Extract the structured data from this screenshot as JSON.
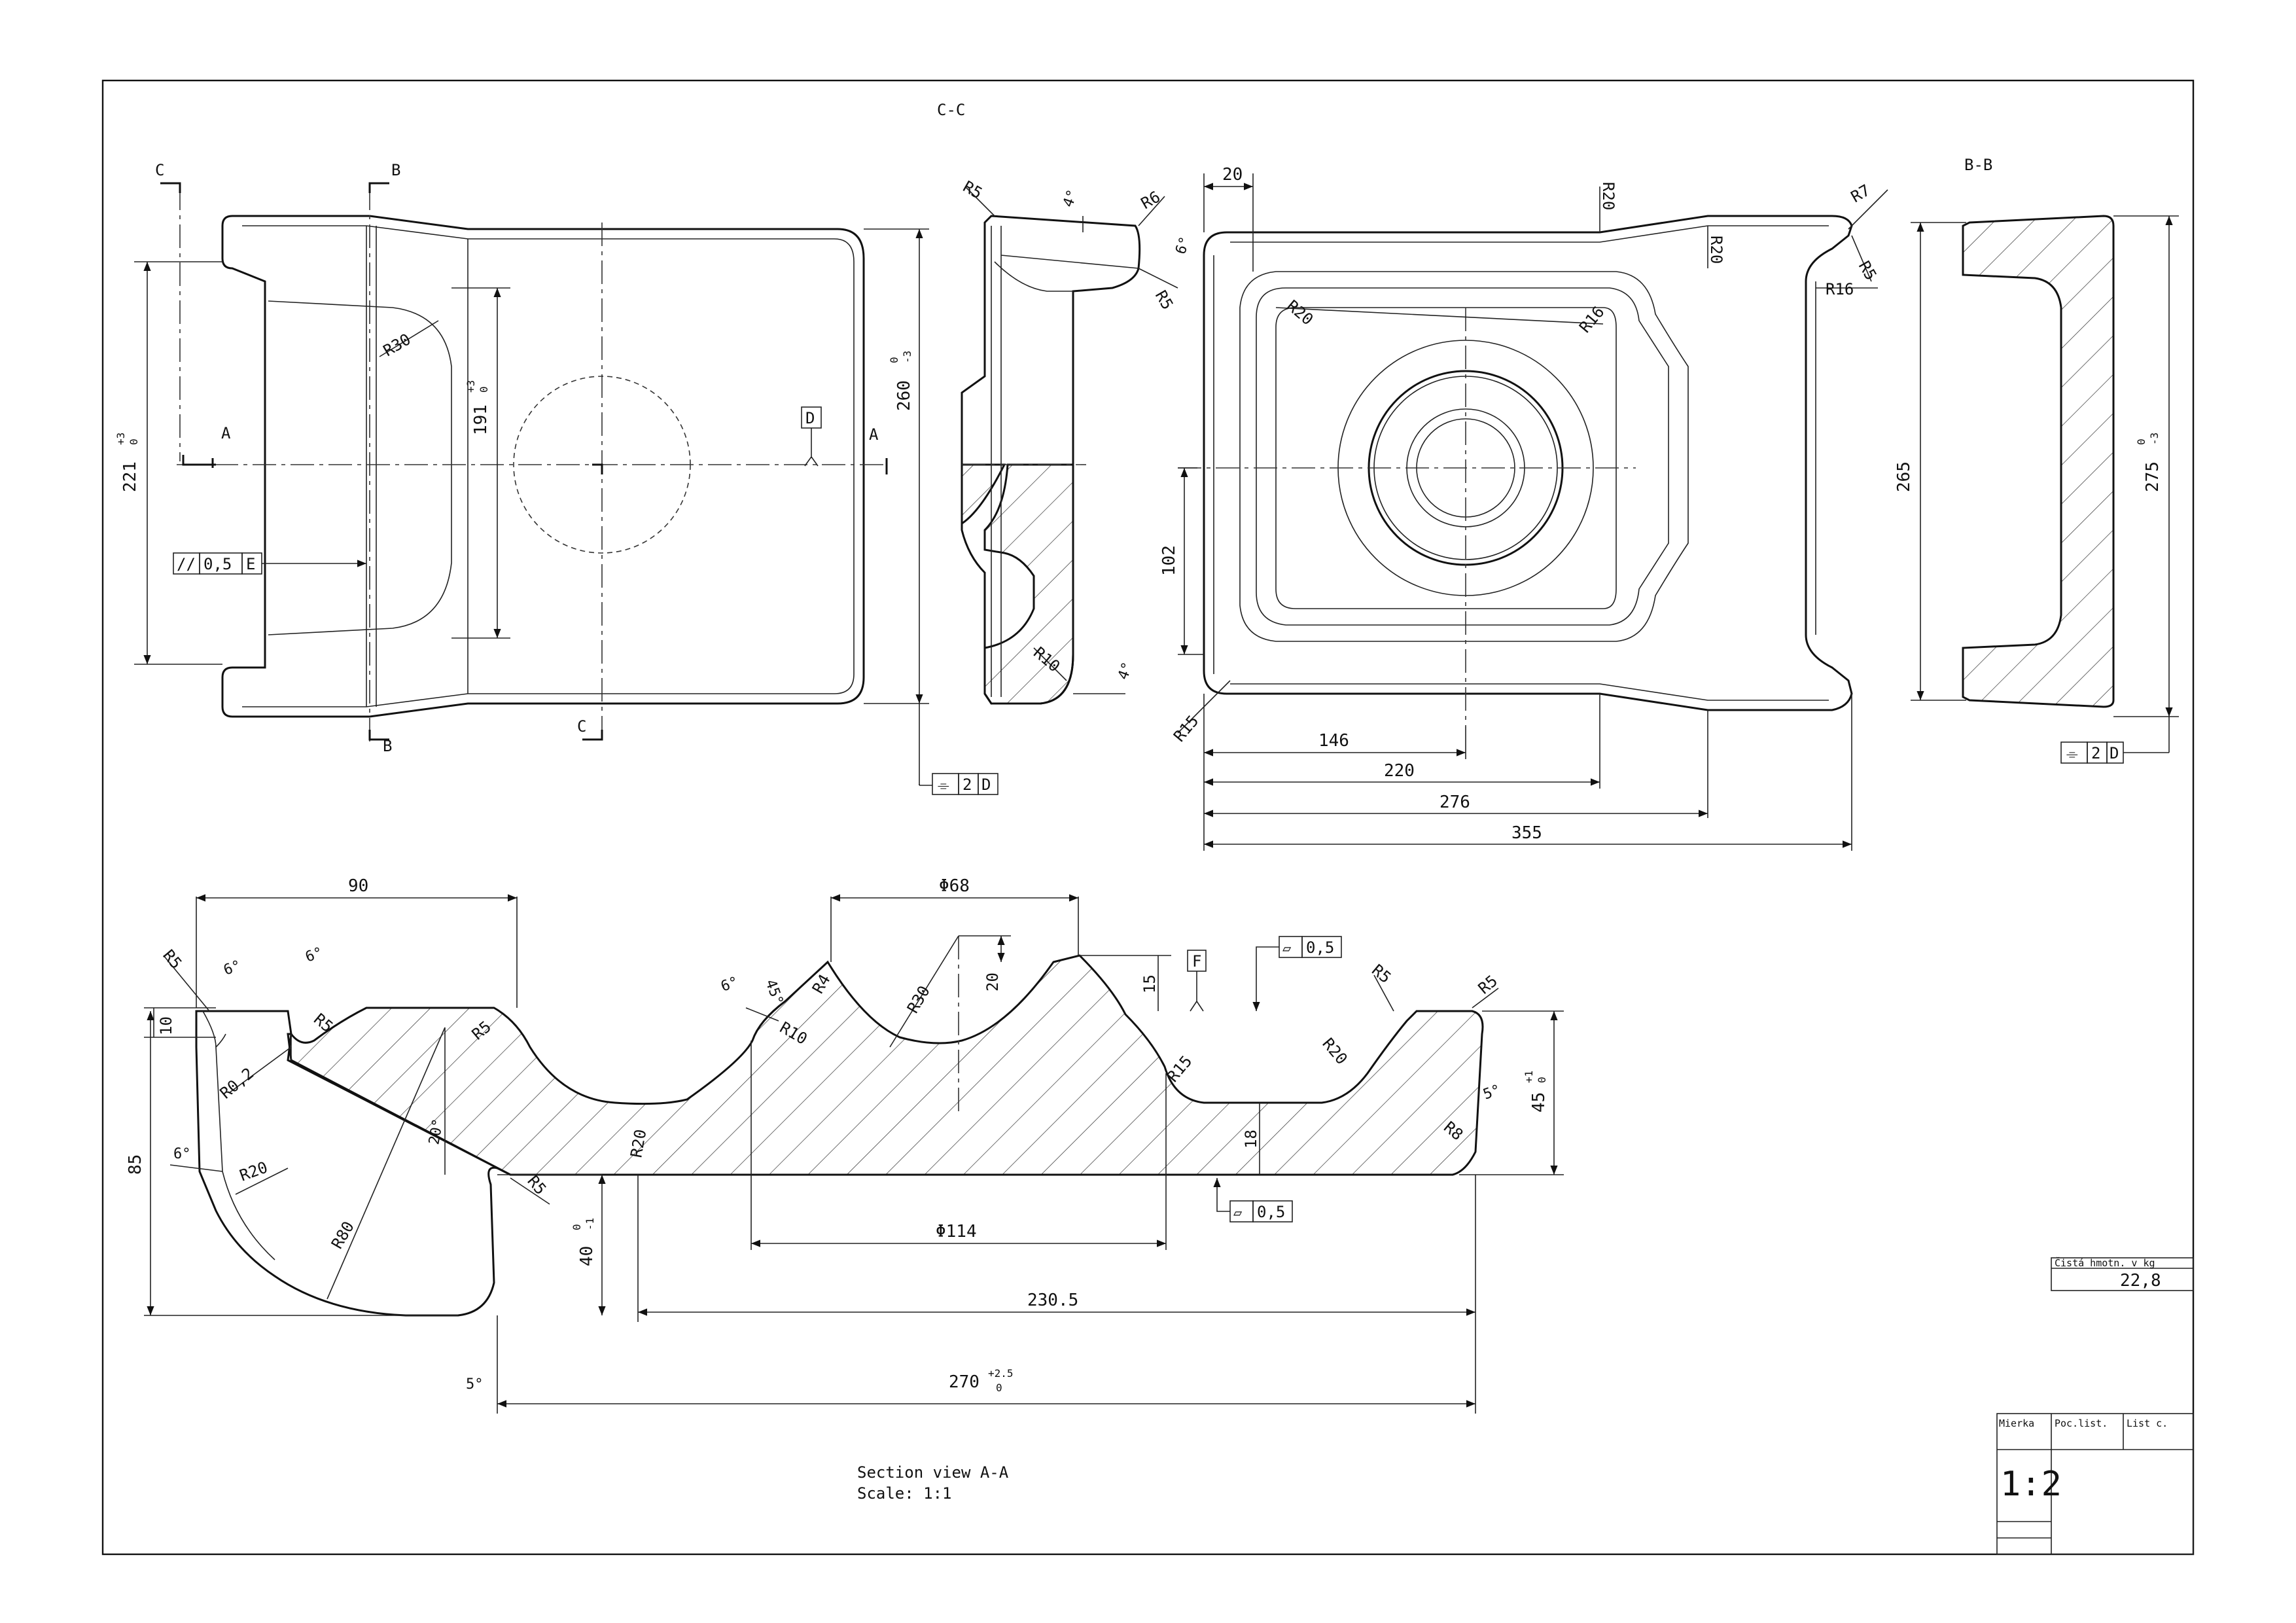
{
  "views": {
    "cc": {
      "title": "C-C",
      "cut_c": "C",
      "cut_b": "B",
      "cut_a": "A",
      "datum_d": "D",
      "dim_221": "221",
      "tol_221_up": "+3",
      "tol_221_lo": "0",
      "dim_191": "191",
      "tol_191_up": "+3",
      "tol_191_lo": "0",
      "dim_260": "260",
      "tol_260_up": "0",
      "tol_260_lo": "-3",
      "r30": "R30",
      "fcf_parallel": [
        "//",
        "0,5",
        "E"
      ]
    },
    "side": {
      "r5a": "R5",
      "a4a": "4°",
      "r6": "R6",
      "a6": "6°",
      "r5b": "R5",
      "r10": "R10",
      "a4b": "4°",
      "fcf_flat": [
        "⌯",
        "2",
        "D"
      ]
    },
    "top": {
      "d20": "20",
      "r20a": "R20",
      "r20b": "R20",
      "r7": "R7",
      "r5": "R5",
      "r16a": "R16",
      "r20c": "R20",
      "r16b": "R16",
      "r15": "R15",
      "d102": "102",
      "d146": "146",
      "d220": "220",
      "d276": "276",
      "d355": "355"
    },
    "bb": {
      "title": "B-B",
      "d265": "265",
      "d275": "275",
      "tol_275_up": "0",
      "tol_275_lo": "-3",
      "fcf_flat": [
        "⌯",
        "2",
        "D"
      ]
    },
    "section": {
      "d90": "90",
      "phi68": "Φ68",
      "r5_a": "R5",
      "a6_a": "6°",
      "a6_b": "6°",
      "d10": "10",
      "r5_b": "R5",
      "r02": "R0,2",
      "r5_c": "R5",
      "a45": "45°",
      "r4": "R4",
      "a6_c": "6°",
      "r10": "R10",
      "r30": "R30",
      "d20": "20",
      "d15": "15",
      "datum_f": "F",
      "fcf_flat_top": [
        "▱",
        "0,5"
      ],
      "r5_d": "R5",
      "r5_e": "R5",
      "r15": "R15",
      "r20_a": "R20",
      "a5_a": "5°",
      "d45": "45",
      "tol_45_up": "+1",
      "tol_45_lo": "0",
      "r8": "R8",
      "d18": "18",
      "a20": "20°",
      "r20_b": "R20",
      "d85": "85",
      "a6_d": "6°",
      "r20_c": "R20",
      "r80": "R80",
      "r5_f": "R5",
      "d40": "40",
      "tol_40_up": "0",
      "tol_40_lo": "-1",
      "phi114": "Φ114",
      "fcf_flat_bot": [
        "▱",
        "0,5"
      ],
      "d230": "230.5",
      "d270": "270",
      "tol_270_up": "+2.5",
      "tol_270_lo": "0",
      "a5_b": "5°",
      "caption_1": "Section view A-A",
      "caption_2": "Scale:  1:1"
    }
  },
  "title_block": {
    "mass_label": "Čistá hmotn. v kg",
    "mass_value": "22,8",
    "scale_label": "Mierka",
    "sheets_label": "Poc.list.",
    "sheet_no_label": "List c.",
    "scale_value": "1:2"
  }
}
